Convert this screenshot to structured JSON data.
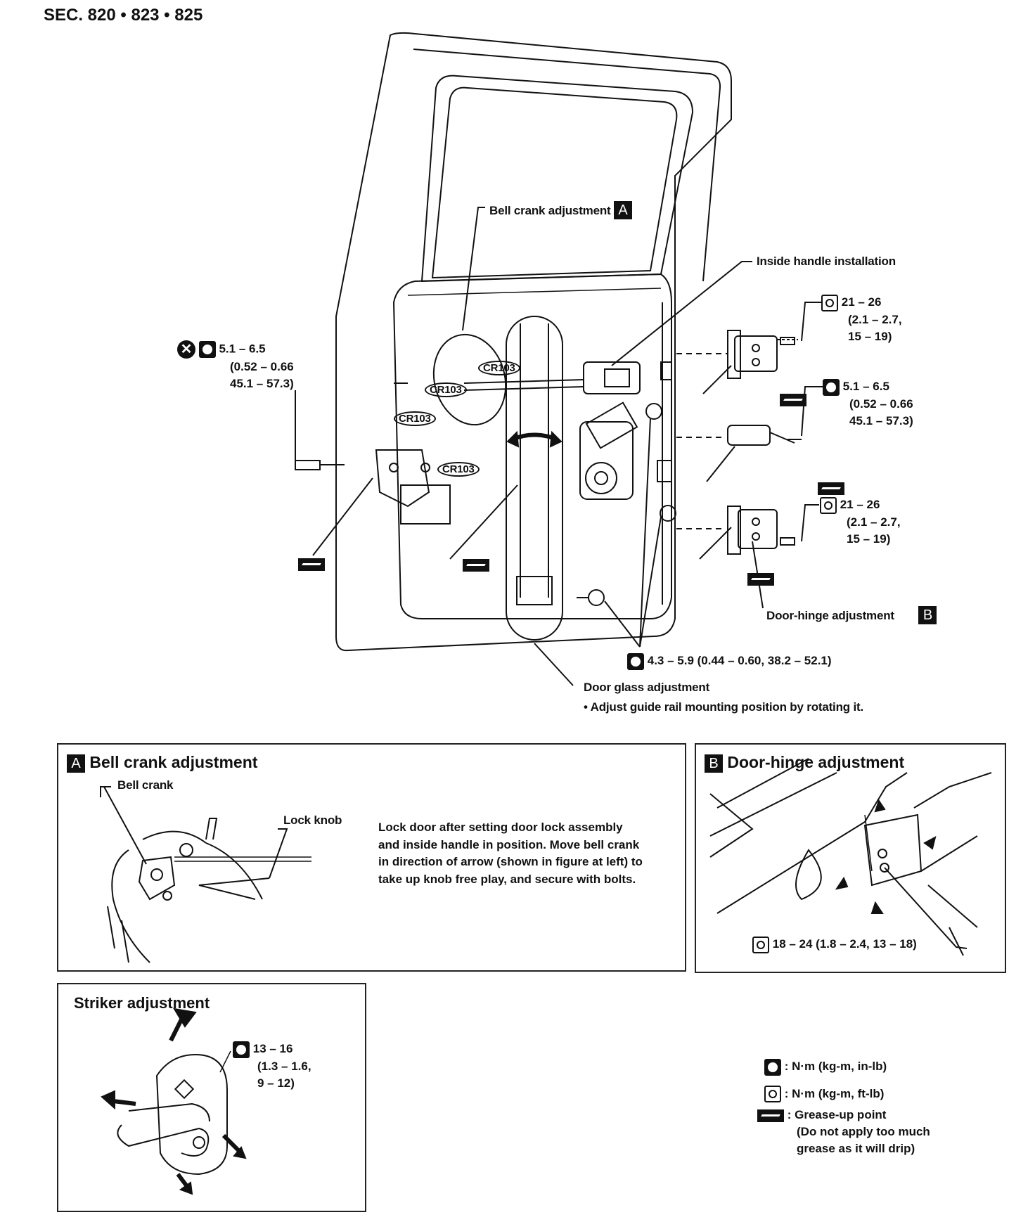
{
  "section_code": "SEC. 820 • 823 • 825",
  "main_labels": {
    "bell_crank": "Bell crank adjustment",
    "bell_crank_ref": "A",
    "inside_handle": "Inside handle installation",
    "door_hinge": "Door-hinge adjustment",
    "door_hinge_ref": "B",
    "door_glass": "Door glass adjustment",
    "door_glass_note": "•  Adjust guide rail mounting position by rotating it.",
    "cr103": "CR103"
  },
  "torques": {
    "left_line1": "5.1 – 6.5",
    "left_line2": "(0.52 – 0.66",
    "left_line3": "45.1 – 57.3)",
    "upper_hinge_line1": "21 – 26",
    "upper_hinge_line2": "(2.1 – 2.7,",
    "upper_hinge_line3": "15 – 19)",
    "check_line1": "5.1 – 6.5",
    "check_line2": "(0.52 – 0.66",
    "check_line3": "45.1 – 57.3)",
    "lower_hinge_line1": "21 – 26",
    "lower_hinge_line2": "(2.1 – 2.7,",
    "lower_hinge_line3": "15 – 19)",
    "bottom": "4.3 – 5.9 (0.44 – 0.60, 38.2 – 52.1)"
  },
  "panel_a": {
    "letter": "A",
    "title": "Bell crank adjustment",
    "bell_crank_label": "Bell crank",
    "lock_knob_label": "Lock knob",
    "instruction": "Lock door after setting door lock assembly and inside handle in position. Move bell crank in direction of arrow (shown in figure at left) to take up knob free play, and secure with bolts."
  },
  "panel_b": {
    "letter": "B",
    "title": "Door-hinge adjustment",
    "torque": "18 – 24 (1.8 – 2.4, 13 – 18)"
  },
  "panel_striker": {
    "title": "Striker adjustment",
    "torque_line1": "13 – 16",
    "torque_line2": "(1.3 – 1.6,",
    "torque_line3": "9 – 12)"
  },
  "legend": {
    "inlb": ": N·m (kg-m, in-lb)",
    "ftlb": ": N·m (kg-m, ft-lb)",
    "grease": ": Grease-up point",
    "grease_note1": "(Do not apply too much",
    "grease_note2": "grease as it will drip)"
  },
  "icons": [
    "torque-inlb-icon",
    "torque-ftlb-icon",
    "grease-icon",
    "do-not-reuse-icon",
    "arrow-icon"
  ]
}
